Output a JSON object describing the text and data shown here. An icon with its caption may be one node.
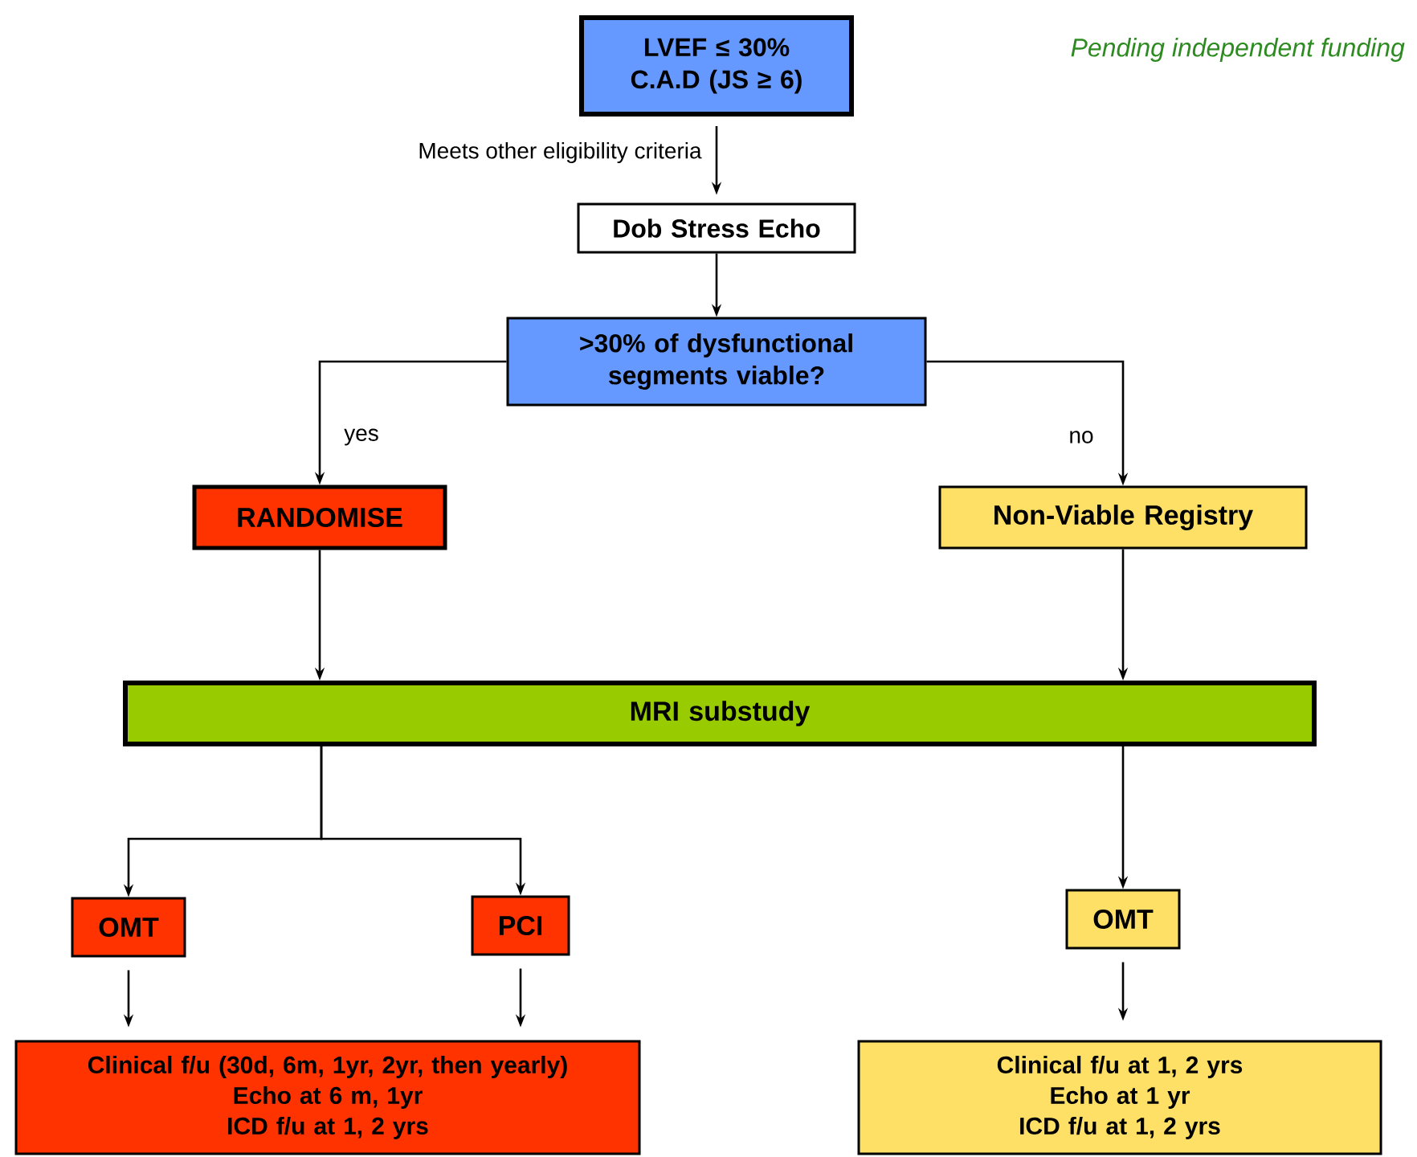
{
  "diagram": {
    "nodes": [
      {
        "text": [
          "LVEF ≤ 30%",
          "C.A.D (JS ≥ 6)"
        ]
      },
      {
        "text": [
          "Dob Stress Echo"
        ]
      },
      {
        "text": [
          ">30% of dysfunctional segments viable?"
        ]
      },
      {
        "text": [
          "RANDOMISE"
        ]
      },
      {
        "text": [
          "Non-Viable Registry"
        ]
      },
      {
        "text": [
          "MRI substudy"
        ]
      },
      {
        "text": [
          "OMT"
        ]
      },
      {
        "text": [
          "PCI"
        ]
      },
      {
        "text": [
          "OMT"
        ]
      },
      {
        "text": [
          "Clinical f/u (30d, 6m, 1yr, 2yr, then yearly)",
          "Echo at 6 m, 1yr",
          "ICD f/u at 1, 2 yrs"
        ]
      },
      {
        "text": [
          "Clinical f/u at 1, 2 yrs",
          "Echo at 1 yr",
          "ICD f/u at 1, 2 yrs"
        ]
      }
    ],
    "edges": [
      {
        "from": 0,
        "to": 1,
        "arrow": "to",
        "label": "Meets other eligibility criteria"
      },
      {
        "from": 1,
        "to": 2,
        "arrow": "to"
      },
      {
        "from": 2,
        "to": 3,
        "arrow": "to",
        "label": "yes"
      },
      {
        "from": 2,
        "to": 4,
        "arrow": "to",
        "label": "no"
      },
      {
        "from": 3,
        "to": 5,
        "arrow": "to"
      },
      {
        "from": 4,
        "to": 5,
        "arrow": "to"
      },
      {
        "from": 5,
        "to": 6,
        "arrow": "to"
      },
      {
        "from": 5,
        "to": 7,
        "arrow": "to"
      },
      {
        "from": 5,
        "to": 8,
        "arrow": "to"
      },
      {
        "from": 6,
        "to": 9,
        "arrow": "to"
      },
      {
        "from": 7,
        "to": 9,
        "arrow": "to"
      },
      {
        "from": 8,
        "to": 10,
        "arrow": "to"
      }
    ],
    "labels": [
      "Pending independent funding"
    ]
  }
}
